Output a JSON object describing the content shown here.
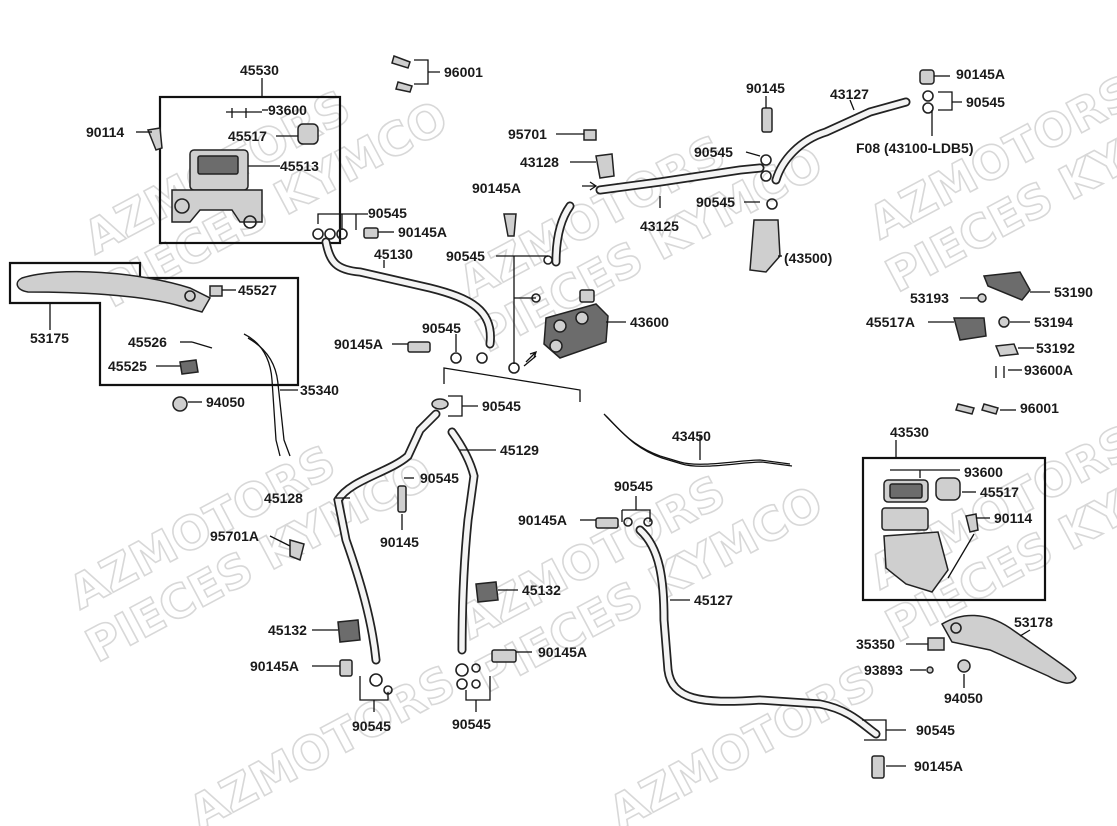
{
  "watermark": {
    "line1": "AZMOTORS",
    "line2": "PIECES KYMCO"
  },
  "labels": {
    "l45530": "45530",
    "l96001a": "96001",
    "l93600a": "93600",
    "l90114a": "90114",
    "l45517a": "45517",
    "l45513": "45513",
    "l90545_a": "90545",
    "l90145A_a": "90145A",
    "l45130": "45130",
    "l45527": "45527",
    "l53175": "53175",
    "l45526": "45526",
    "l45525": "45525",
    "l35340": "35340",
    "l94050a": "94050",
    "l90145A_b": "90145A",
    "l90545_b": "90545",
    "l95701": "95701",
    "l43128": "43128",
    "l90145A_c": "90145A",
    "l90545_c": "90545",
    "l43125": "43125",
    "l43600": "43600",
    "l90145_a": "90145",
    "l90545_d": "90545",
    "l90545_e": "90545",
    "l43127": "43127",
    "l90145A_d": "90145A",
    "l90545_f": "90545",
    "lF08": "F08 (43100-LDB5)",
    "l43500": "(43500)",
    "l53190": "53190",
    "l53193": "53193",
    "l45517A": "45517A",
    "l53194": "53194",
    "l53192": "53192",
    "l93600A": "93600A",
    "l96001b": "96001",
    "l90545_g": "90545",
    "l45129": "45129",
    "l90545_h": "90545",
    "l45128": "45128",
    "l90145_b": "90145",
    "l95701A": "95701A",
    "l45132a": "45132",
    "l45132b": "45132",
    "l90145A_e": "90145A",
    "l90145A_f": "90145A",
    "l90545_i": "90545",
    "l90545_j": "90545",
    "l43450": "43450",
    "l90545_k": "90545",
    "l90145A_g": "90145A",
    "l45127": "45127",
    "l43530": "43530",
    "l93600b": "93600",
    "l45517b": "45517",
    "l90114b": "90114",
    "l53178": "53178",
    "l35350": "35350",
    "l93893": "93893",
    "l94050b": "94050",
    "l90545_l": "90545",
    "l90145A_h": "90145A"
  }
}
